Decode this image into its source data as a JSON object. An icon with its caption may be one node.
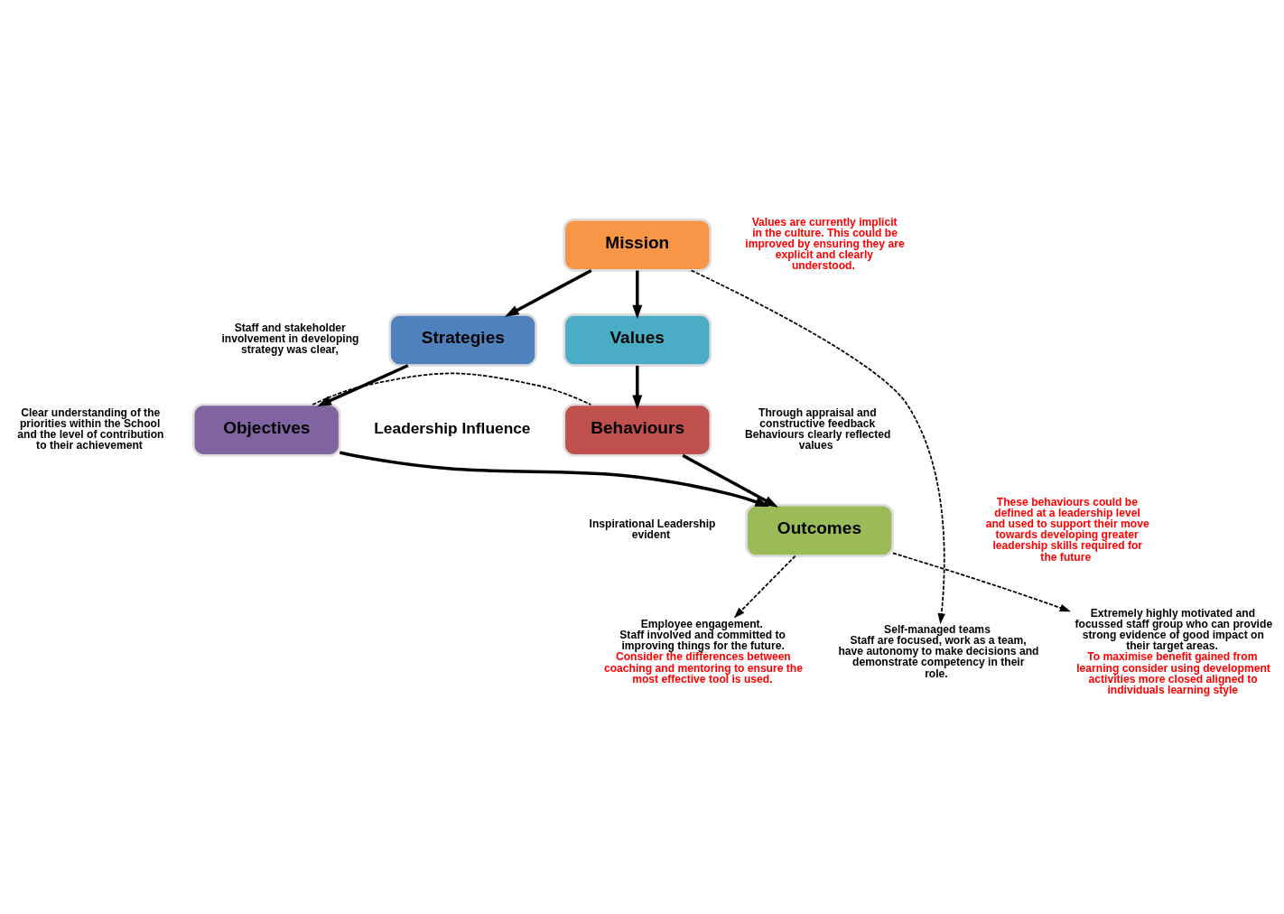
{
  "diagram": {
    "nodes": [
      {
        "text": [
          "Mission"
        ]
      },
      {
        "text": [
          "Strategies"
        ]
      },
      {
        "text": [
          "Values"
        ]
      },
      {
        "text": [
          "Objectives"
        ]
      },
      {
        "text": [
          "Behaviours"
        ]
      },
      {
        "text": [
          "Outcomes"
        ]
      },
      {
        "text": [
          "Employee engagement.",
          "Staff involved and committed to improving things for the future.",
          "Consider the differences between coaching and mentoring to ensure the most effective tool is used."
        ]
      },
      {
        "text": [
          "Extremely highly motivated and focussed staff group who can provide strong evidence of good impact on their target areas.",
          "To maximise benefit gained from learning consider using development activities more closed aligned to individuals learning style"
        ]
      },
      {
        "text": [
          "Self-managed teams",
          "Staff are focused, work as a team, have autonomy to make decisions and demonstrate competency in their role."
        ]
      }
    ],
    "edges": [
      {
        "from": 0,
        "to": 1,
        "arrow": "to"
      },
      {
        "from": 0,
        "to": 2,
        "arrow": "to"
      },
      {
        "from": 1,
        "to": 3,
        "arrow": "to"
      },
      {
        "from": 2,
        "to": 4,
        "arrow": "to"
      },
      {
        "from": 3,
        "to": 4,
        "arrow": "none",
        "style": "dashed"
      },
      {
        "from": 3,
        "to": 5,
        "arrow": "to"
      },
      {
        "from": 4,
        "to": 5,
        "arrow": "to"
      },
      {
        "from": 5,
        "to": 6,
        "arrow": "to",
        "style": "dashed"
      },
      {
        "from": 5,
        "to": 7,
        "arrow": "to",
        "style": "dashed"
      },
      {
        "from": 0,
        "to": 8,
        "arrow": "to",
        "style": "dashed"
      }
    ],
    "labels": [
      "Values are currently implicit in the culture. This could be improved by ensuring they are explicit and clearly understood.",
      "Staff and stakeholder involvement in developing strategy was clear,",
      "Clear understanding of the priorities within the School and the level of contribution to their achievement",
      "Leadership Influence",
      "Inspirational Leadership evident",
      "Through appraisal and constructive feedback Behaviours clearly reflected values",
      "These behaviours could be defined at a leadership level and used to support their move towards developing greater leadership skills required for the future"
    ]
  }
}
